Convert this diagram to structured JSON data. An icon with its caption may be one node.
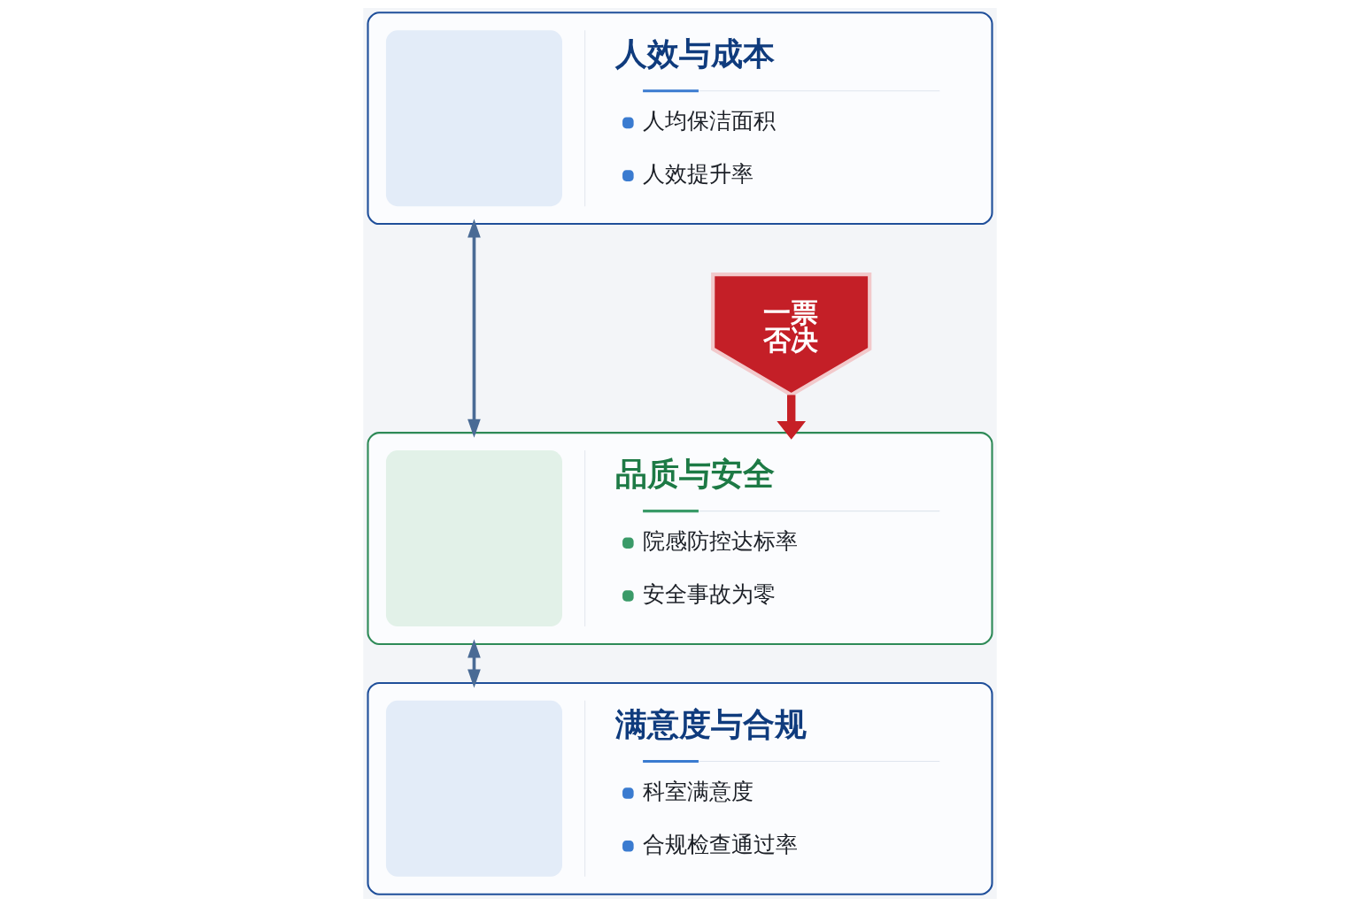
{
  "diagram": {
    "nodes": [
      {
        "text": [
          "人效与成本",
          "人均保洁面积",
          "人效提升率"
        ]
      },
      {
        "text": [
          "一票否决"
        ]
      },
      {
        "text": [
          "品质与安全",
          "院感防控达标率",
          "安全事故为零"
        ]
      },
      {
        "text": [
          "满意度与合规",
          "科室满意度",
          "合规检查通过率"
        ]
      }
    ],
    "edges": [
      {
        "from": 0,
        "to": 2,
        "arrow": "both"
      },
      {
        "from": 1,
        "to": 2,
        "arrow": "to",
        "style": "thick",
        "color": "#c62026"
      },
      {
        "from": 2,
        "to": 3,
        "arrow": "both"
      }
    ]
  }
}
